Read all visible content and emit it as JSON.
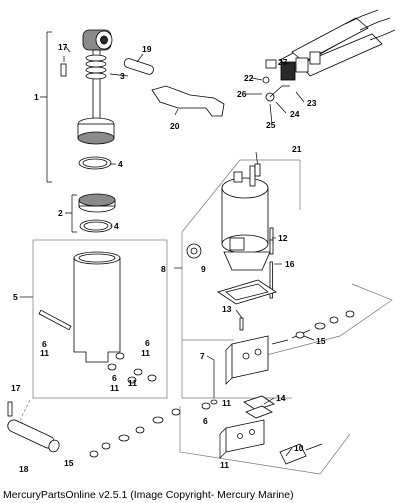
{
  "footer": {
    "caption": "MercuryPartsOnline v2.5.1 (Image Copyright- Mercury Marine)"
  },
  "callouts": {
    "c1": "1",
    "c2": "2",
    "c3": "3",
    "c4a": "4",
    "c4b": "4",
    "c5": "5",
    "c6a": "6",
    "c6b": "6",
    "c6c": "6",
    "c6d": "6",
    "c7": "7",
    "c8": "8",
    "c9": "9",
    "c10": "10",
    "c11a": "11",
    "c11b": "11",
    "c11c": "11",
    "c11d": "11",
    "c11e": "11",
    "c11f": "11",
    "c12": "12",
    "c13": "13",
    "c14": "14",
    "c15a": "15",
    "c15b": "15",
    "c16": "16",
    "c17a": "17",
    "c17b": "17",
    "c18": "18",
    "c19": "19",
    "c20": "20",
    "c21": "21",
    "c22": "22",
    "c23": "23",
    "c24": "24",
    "c25": "25",
    "c26": "26",
    "c27": "27"
  }
}
